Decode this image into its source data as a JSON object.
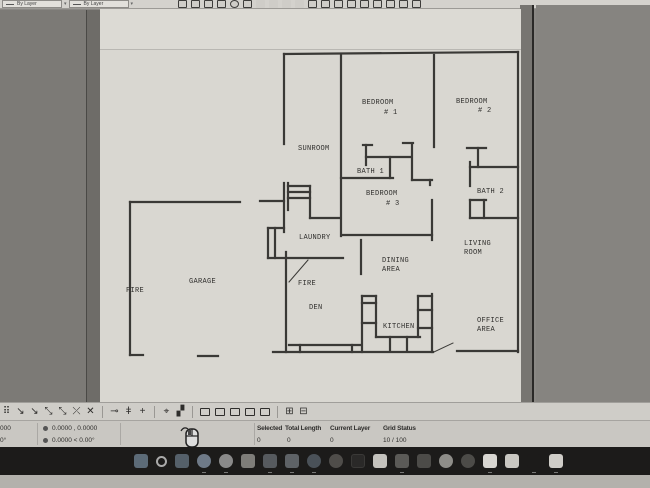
{
  "top_toolbar": {
    "layer_combo_1": "By Layer",
    "layer_combo_2": "By Layer",
    "icons": [
      "properties-icon",
      "open-icon",
      "save-icon",
      "print-preview-icon",
      "zoom-icon",
      "pan-icon",
      "line-icon",
      "polyline-icon",
      "arc-icon",
      "draw-icon",
      "edit-icon",
      "rectangle-icon",
      "insert-icon",
      "grid-icon",
      "table-icon",
      "dimension-icon",
      "text-icon",
      "block-icon",
      "layer-icon"
    ]
  },
  "floor_plan": {
    "rooms": [
      {
        "id": "bedroom-1",
        "label": "BEDROOM",
        "sublabel": "# 1"
      },
      {
        "id": "bedroom-2",
        "label": "BEDROOM",
        "sublabel": "# 2"
      },
      {
        "id": "bedroom-3",
        "label": "BEDROOM",
        "sublabel": "# 3"
      },
      {
        "id": "sunroom",
        "label": "SUNROOM"
      },
      {
        "id": "bath-1",
        "label": "BATH 1"
      },
      {
        "id": "bath-2",
        "label": "BATH 2"
      },
      {
        "id": "laundry",
        "label": "LAUNDRY"
      },
      {
        "id": "garage",
        "label": "GARAGE"
      },
      {
        "id": "fire-garage",
        "label": "FIRE"
      },
      {
        "id": "fire-den",
        "label": "FIRE"
      },
      {
        "id": "den",
        "label": "DEN"
      },
      {
        "id": "dining-area",
        "label": "DINING",
        "sublabel": "AREA"
      },
      {
        "id": "living-room",
        "label": "LIVING",
        "sublabel": "ROOM"
      },
      {
        "id": "kitchen",
        "label": "KITCHEN"
      },
      {
        "id": "office-area",
        "label": "OFFICE",
        "sublabel": "AREA"
      }
    ]
  },
  "snap_toolbar": {
    "icons": [
      "snap-grid-icon",
      "snap-endpoint-icon",
      "snap-midpoint-icon",
      "snap-center-icon",
      "snap-node-icon",
      "snap-intersection-icon",
      "snap-none-icon",
      "snap-horizontal-icon",
      "snap-vertical-icon",
      "snap-orthogonal-icon",
      "snap-relative-icon",
      "snap-layer-icon",
      "view-1-icon",
      "view-2-icon",
      "view-3-icon",
      "view-4-icon",
      "view-5-icon",
      "add-layer-icon",
      "remove-layer-icon"
    ]
  },
  "status": {
    "left_top": "000",
    "left_bottom": "0°",
    "abs_coord": "0.0000 , 0.0000",
    "rel_coord": "0.0000 < 0.00°",
    "selected_label": "Selected",
    "selected_value": "0",
    "total_length_label": "Total Length",
    "total_length_value": "0",
    "current_layer_label": "Current Layer",
    "current_layer_value": "0",
    "grid_status_label": "Grid Status",
    "grid_status_value": "10 / 100"
  },
  "taskbar": {
    "icons": [
      "start-icon",
      "search-icon",
      "task-view-icon",
      "chat-icon",
      "chrome-icon",
      "file-explorer-icon",
      "app-1-icon",
      "app-2-icon",
      "edge-icon",
      "firefox-icon",
      "app-3-icon",
      "store-icon",
      "photos-icon",
      "app-4-icon",
      "help-icon",
      "settings-icon",
      "cad-app-icon",
      "print-icon",
      "app-5-icon",
      "share-icon"
    ]
  }
}
